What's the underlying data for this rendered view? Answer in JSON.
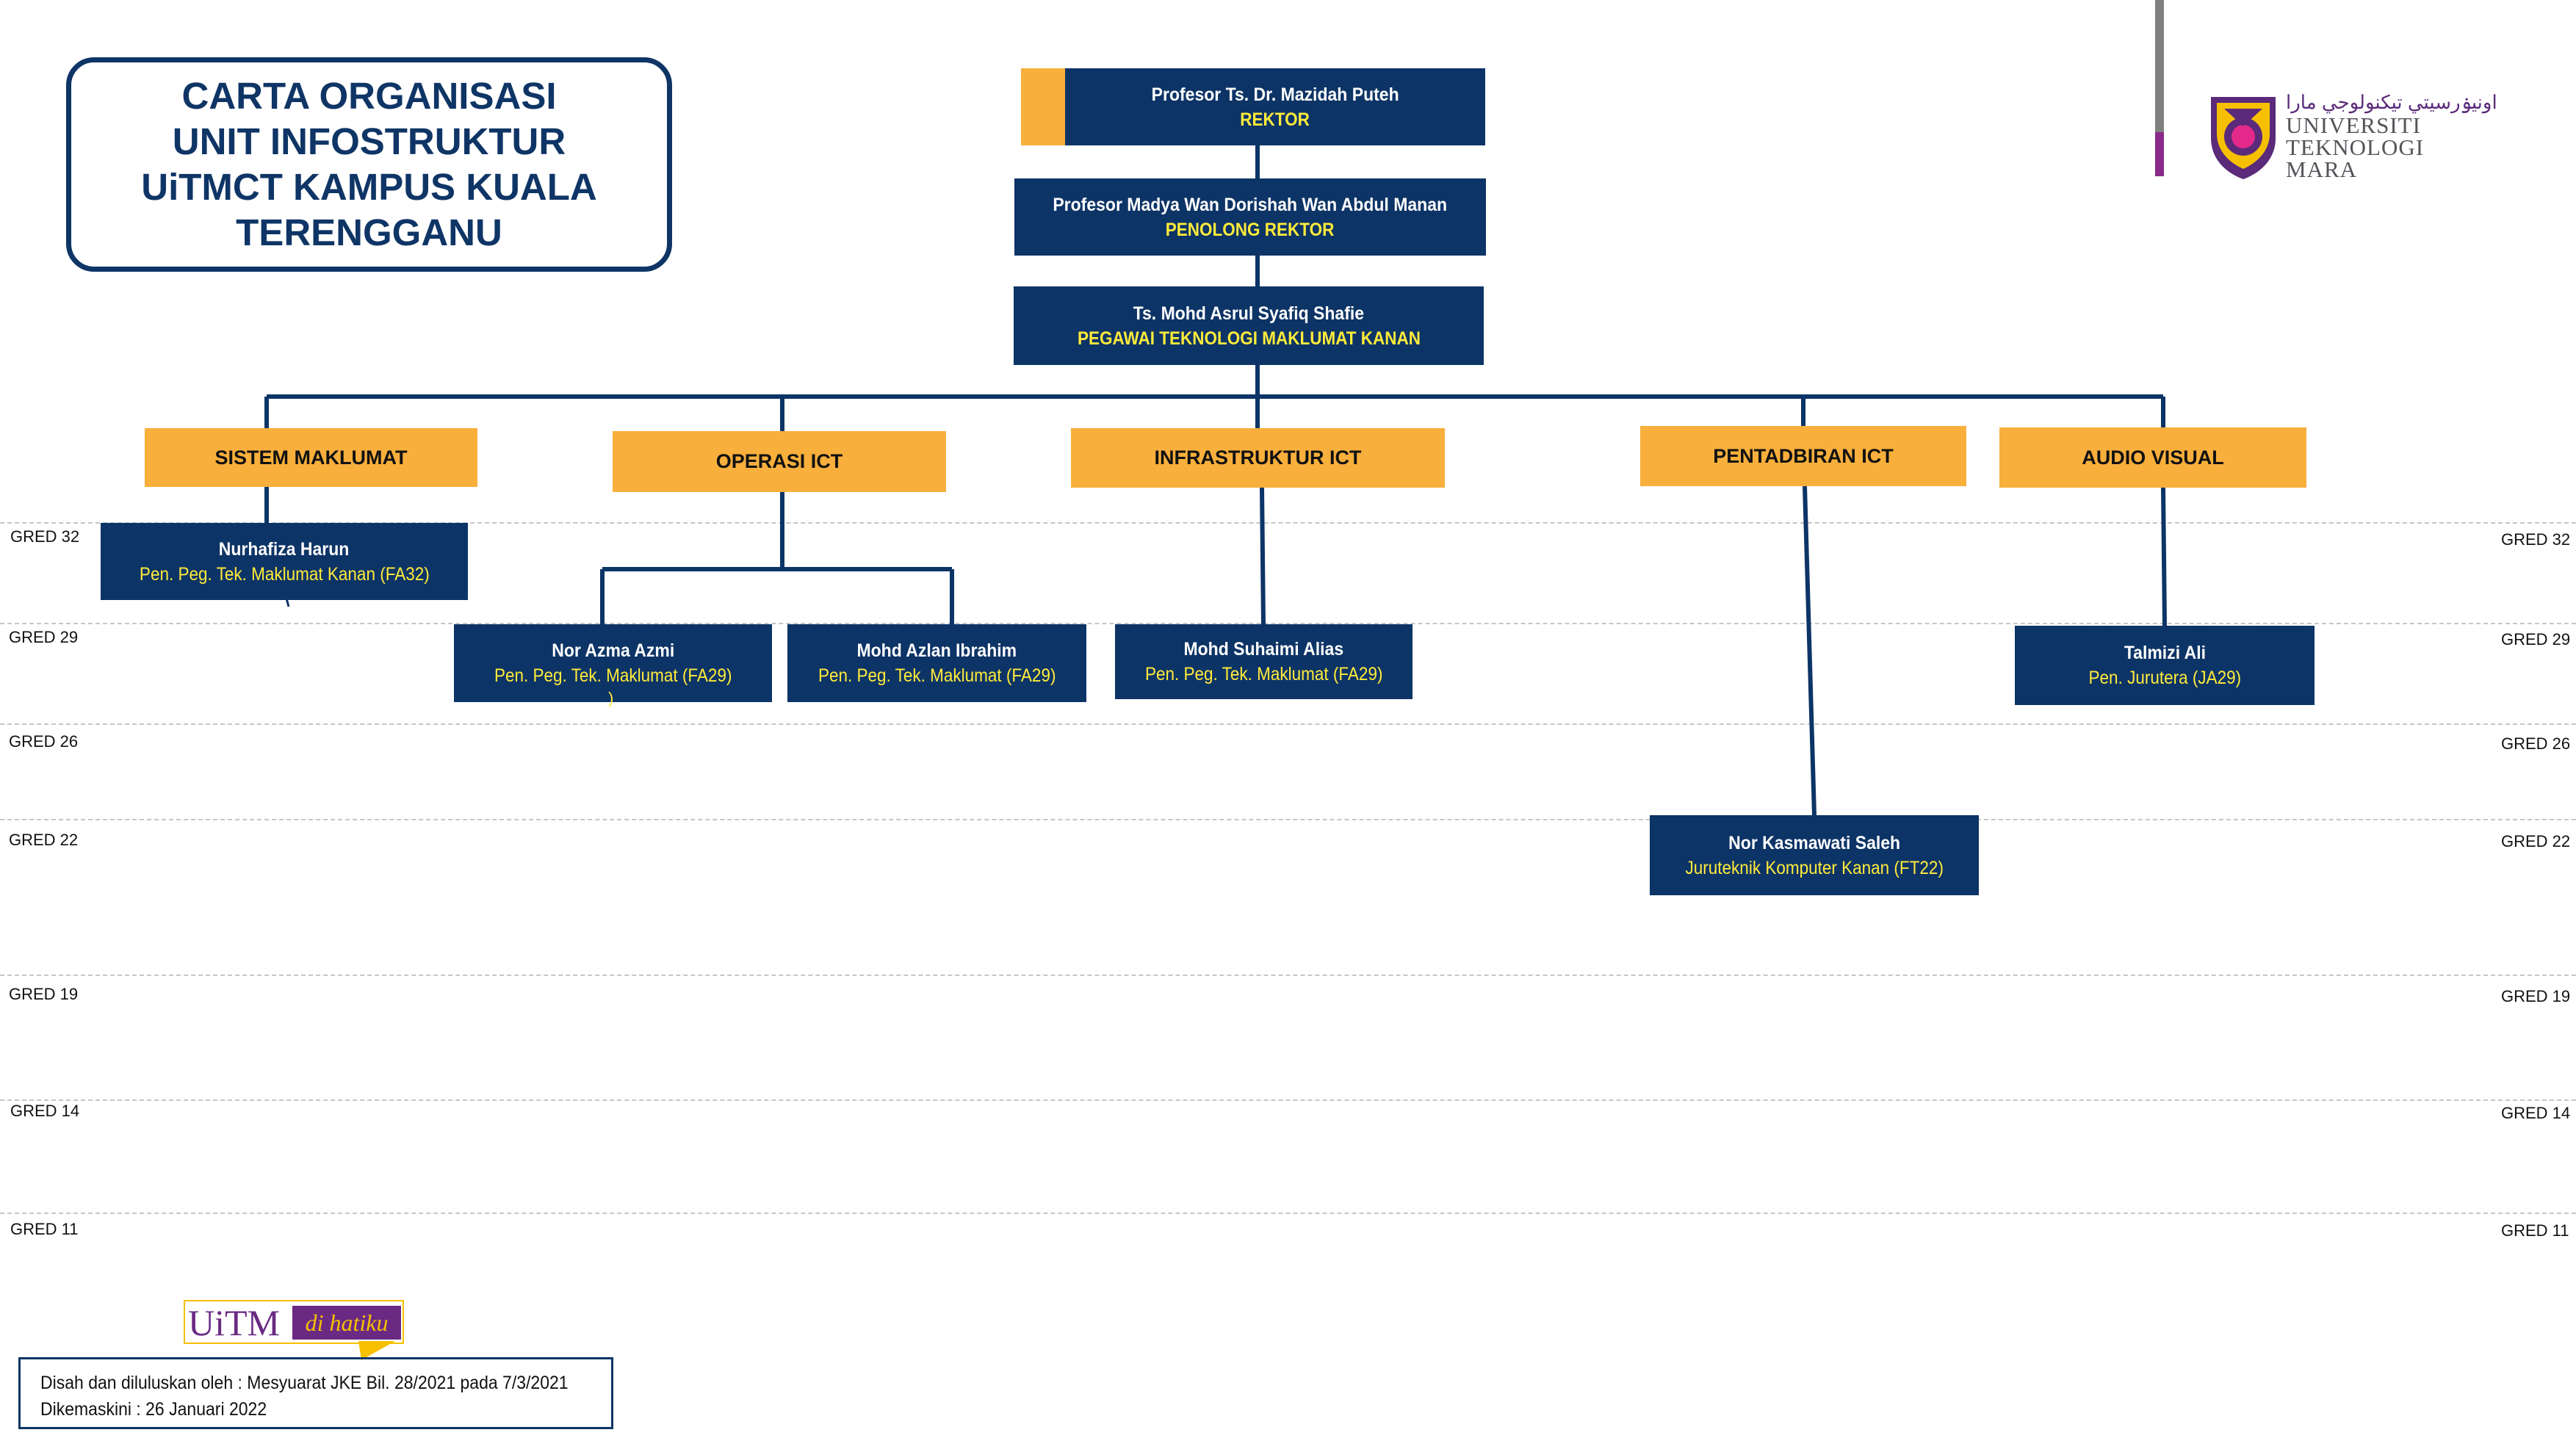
{
  "title": {
    "lines": [
      "CARTA ORGANISASI",
      "UNIT INFOSTRUKTUR",
      "UiTMCT KAMPUS KUALA",
      "TERENGGANU"
    ]
  },
  "logo": {
    "arabic": "اونيۏرسيتي تيكنولوجي مارا",
    "lines": [
      "UNIVERSITI",
      "TEKNOLOGI",
      "MARA"
    ],
    "brand_colors": [
      "#5b2a7a",
      "#f6c000",
      "#e32a8a"
    ]
  },
  "top": [
    {
      "name": "Profesor Ts. Dr. Mazidah Puteh",
      "role": "REKTOR"
    },
    {
      "name": "Profesor Madya Wan Dorishah Wan Abdul Manan",
      "role": "PENOLONG REKTOR"
    },
    {
      "name": "Ts. Mohd Asrul Syafiq Shafie",
      "role": "PEGAWAI TEKNOLOGI MAKLUMAT KANAN"
    }
  ],
  "departments": [
    "SISTEM MAKLUMAT",
    "OPERASI ICT",
    "INFRASTRUKTUR ICT",
    "PENTADBIRAN ICT",
    "AUDIO VISUAL"
  ],
  "staff": [
    {
      "name": "Nurhafiza Harun",
      "role": "Pen. Peg. Tek. Maklumat Kanan (FA32)"
    },
    {
      "name": "Nor Azma Azmi",
      "role": "Pen. Peg. Tek. Maklumat (FA29)",
      "extra": ")"
    },
    {
      "name": "Mohd Azlan Ibrahim",
      "role": "Pen. Peg. Tek. Maklumat (FA29)"
    },
    {
      "name": "Mohd Suhaimi Alias",
      "role": "Pen. Peg. Tek. Maklumat (FA29)"
    },
    {
      "name": "Talmizi Ali",
      "role": "Pen. Jurutera (JA29)"
    },
    {
      "name": "Nor Kasmawati Saleh",
      "role": "Juruteknik Komputer Kanan (FT22)"
    }
  ],
  "grades": [
    "GRED 32",
    "GRED 29",
    "GRED 26",
    "GRED 22",
    "GRED 19",
    "GRED 14",
    "GRED 11"
  ],
  "footer": {
    "badge_main": "UiTM",
    "badge_sub": "di hatiku",
    "line1": "Disah dan diluluskan oleh : Mesyuarat JKE Bil. 28/2021 pada 7/3/2021",
    "line2": "Dikemaskini : 26 Januari 2022"
  },
  "colors": {
    "navy": "#0d3466",
    "gold": "#f8af3c",
    "yellow_text": "#ffeb3b"
  }
}
